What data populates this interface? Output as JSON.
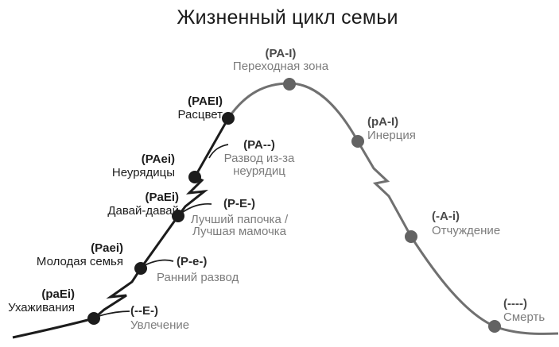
{
  "title": "Жизненный цикл семьи",
  "stages": [
    {
      "code": "(paEi)",
      "name": "Ухаживания"
    },
    {
      "code": "(Paei)",
      "name": "Молодая семья"
    },
    {
      "code": "(PaEi)",
      "name": "Давай-давай"
    },
    {
      "code": "(PAei)",
      "name": "Неурядицы"
    },
    {
      "code": "(PAEI)",
      "name": "Расцвет"
    },
    {
      "code": "(PA-I)",
      "name": "Переходная зона"
    },
    {
      "code": "(pA-I)",
      "name": "Инерция"
    },
    {
      "code": "(-A-i)",
      "name": "Отчуждение"
    },
    {
      "code": "(----)",
      "name": "Смерть"
    }
  ],
  "exits": [
    {
      "code": "(--E-)",
      "line1": "Увлечение"
    },
    {
      "code": "(P-e-)",
      "line1": "Ранний развод"
    },
    {
      "code": "(P-E-)",
      "line1": "Лучший папочка /",
      "line2": "Лучшая мамочка"
    },
    {
      "code": "(PA--)",
      "line1": "Развод из-за",
      "line2": "неурядиц"
    }
  ],
  "colors": {
    "ascent_line": "#1c1c1c",
    "descent_line": "#707070",
    "black_dot": "#1c1c1c",
    "gray_dot": "#636363",
    "black_text": "#1c1c1c",
    "gray_text": "#7c7c7c",
    "dark_code_text": "#4a4a4a"
  }
}
